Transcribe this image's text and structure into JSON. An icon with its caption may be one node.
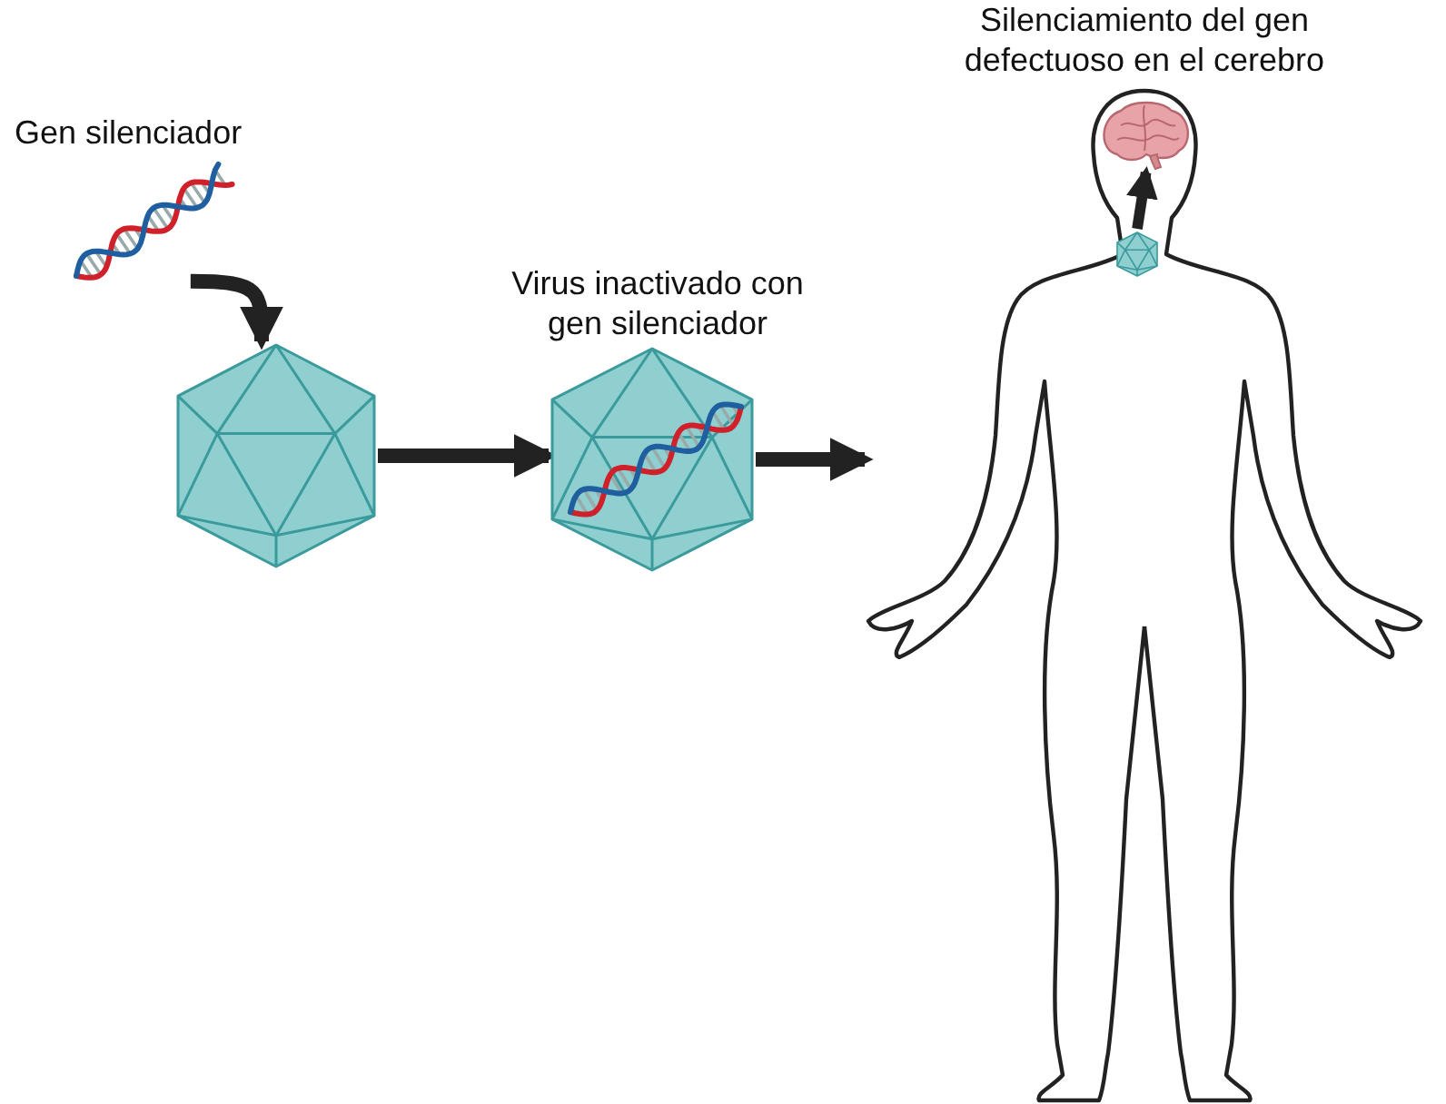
{
  "diagram": {
    "nodes": [
      {
        "text": [
          "Gen silenciador"
        ]
      },
      {
        "text": [],
        "shape": "picture"
      },
      {
        "text": [
          "Virus inactivado con gen silenciador"
        ]
      },
      {
        "text": [],
        "shape": "picture"
      },
      {
        "text": [
          "Silenciamiento del gen defectuoso en el cerebro"
        ],
        "in": 3
      },
      {
        "text": [],
        "shape": "picture",
        "in": 3
      }
    ],
    "edges": [
      {
        "from": 0,
        "to": 1,
        "arrow": "to"
      },
      {
        "from": 1,
        "to": 2,
        "arrow": "to"
      },
      {
        "from": 2,
        "to": 3,
        "arrow": "to"
      },
      {
        "from": 5,
        "to": 4,
        "arrow": "to"
      }
    ]
  }
}
